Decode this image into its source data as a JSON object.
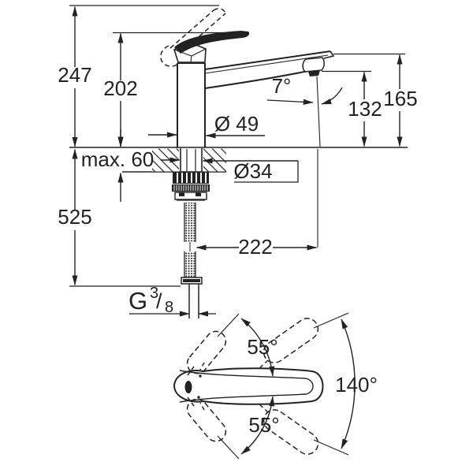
{
  "colors": {
    "line": "#222222",
    "background": "#ffffff"
  },
  "side_view": {
    "overall_height": "247",
    "body_height": "202",
    "spout_angle": "7°",
    "outlet_height": "132",
    "spout_height": "165",
    "base_diameter": "Ø 49",
    "max_deck_thickness": "max. 60",
    "shank_diameter": "Ø34",
    "hose_length": "525",
    "spout_reach": "222",
    "thread": {
      "letter": "G",
      "numerator": "3",
      "slash": "/",
      "denominator": "8"
    }
  },
  "top_view": {
    "lever_angle_up": "55°",
    "lever_angle_down": "55°",
    "swivel_range": "140°"
  }
}
